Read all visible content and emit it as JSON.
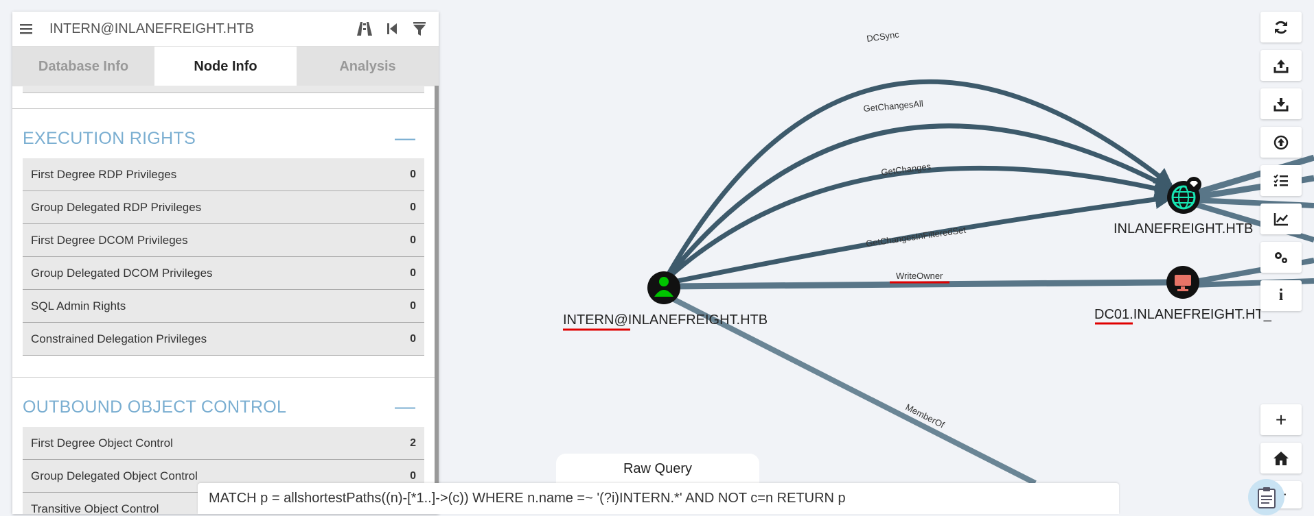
{
  "header": {
    "search_text": "INTERN@INLANEFREIGHT.HTB",
    "icons": [
      "menu-icon",
      "pathfinding-icon",
      "back-icon",
      "filter-icon"
    ]
  },
  "tabs": [
    {
      "label": "Database Info",
      "active": false
    },
    {
      "label": "Node Info",
      "active": true
    },
    {
      "label": "Analysis",
      "active": false
    }
  ],
  "sections": [
    {
      "title": "EXECUTION RIGHTS",
      "collapse_symbol": "—",
      "rows": [
        {
          "label": "First Degree RDP Privileges",
          "value": "0"
        },
        {
          "label": "Group Delegated RDP Privileges",
          "value": "0"
        },
        {
          "label": "First Degree DCOM Privileges",
          "value": "0"
        },
        {
          "label": "Group Delegated DCOM Privileges",
          "value": "0"
        },
        {
          "label": "SQL Admin Rights",
          "value": "0"
        },
        {
          "label": "Constrained Delegation Privileges",
          "value": "0"
        }
      ]
    },
    {
      "title": "OUTBOUND OBJECT CONTROL",
      "collapse_symbol": "—",
      "rows": [
        {
          "label": "First Degree Object Control",
          "value": "2"
        },
        {
          "label": "Group Delegated Object Control",
          "value": "0"
        },
        {
          "label": "Transitive Object Control",
          "value": ""
        }
      ]
    }
  ],
  "graph": {
    "nodes": {
      "user": {
        "label": "INTERN@INLANEFREIGHT.HTB",
        "icon": "user-icon",
        "color": "#00c400"
      },
      "domain": {
        "label": "INLANEFREIGHT.HTB",
        "icon": "globe-icon",
        "color": "#17e6b3"
      },
      "computer": {
        "label": "DC01.INLANEFREIGHT.HT_",
        "icon": "computer-icon",
        "color": "#e77467"
      }
    },
    "edges": [
      "DCSync",
      "GetChangesAll",
      "GetChanges",
      "GetChangesInFilteredSet",
      "WriteOwner",
      "MemberOf"
    ],
    "edge_color": "#3d5a6b"
  },
  "toolbar": {
    "items": [
      "refresh-icon",
      "upload-icon",
      "download-icon",
      "import-icon",
      "checklist-icon",
      "chart-icon",
      "settings-icon",
      "info-icon"
    ],
    "info_text": "i"
  },
  "zoom": {
    "zoom_in": "+",
    "zoom_out": "−"
  },
  "query": {
    "tab_label": "Raw Query",
    "text": "MATCH p = allshortestPaths((n)-[*1..]->(c))  WHERE n.name =~ '(?i)INTERN.*' AND NOT c=n  RETURN p"
  },
  "colors": {
    "section_title": "#7aaed1",
    "annotation": "#e00000"
  }
}
